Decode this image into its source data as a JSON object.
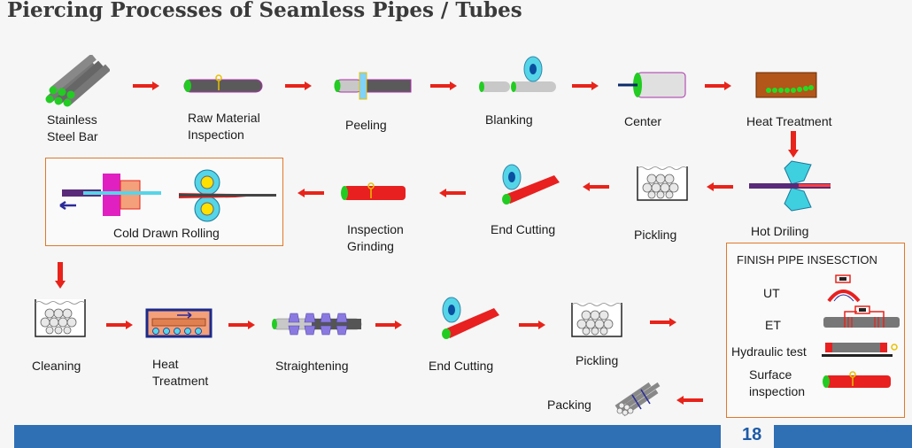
{
  "title": "Piercing Processes of Seamless Pipes / Tubes",
  "steps": {
    "stainless_steel_bar": "Stainless\nSteel Bar",
    "raw_material_inspection": "Raw Material\nInspection",
    "peeling": "Peeling",
    "blanking": "Blanking",
    "center": "Center",
    "heat_treatment_1": "Heat Treatment",
    "hot_driling": "Hot Driling",
    "pickling_1": "Pickling",
    "end_cutting_1": "End Cutting",
    "inspection_grinding": "Inspection\nGrinding",
    "cold_drawn_rolling": "Cold Drawn Rolling",
    "cleaning": "Cleaning",
    "heat_treatment_2": "Heat\nTreatment",
    "straightening": "Straightening",
    "end_cutting_2": "End Cutting",
    "pickling_2": "Pickling",
    "packing": "Packing"
  },
  "finish": {
    "title": "FINISH PIPE INSESCTION",
    "ut": "UT",
    "et": "ET",
    "hydraulic": "Hydraulic test",
    "surface": "Surface\ninspection"
  },
  "page_number": "18",
  "colors": {
    "arrow": "#e8231a",
    "box_border": "#e0782b",
    "footer": "#2f6fb4",
    "pipe_red": "#e82020",
    "pipe_green": "#22cc22"
  }
}
